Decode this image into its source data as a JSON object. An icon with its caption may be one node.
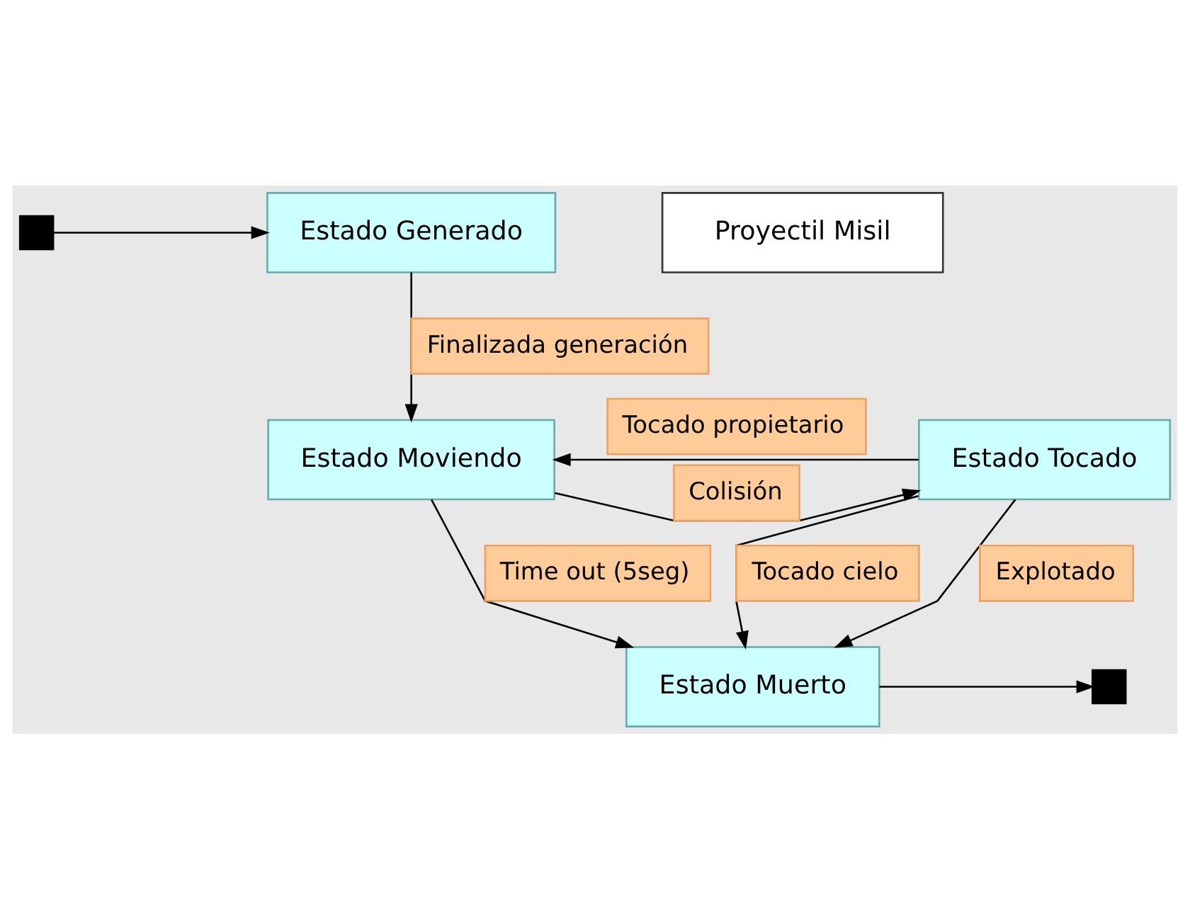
{
  "diagram": {
    "nodes": [
      {
        "text": [],
        "shape": "box"
      },
      {
        "text": [
          "Estado Generado"
        ]
      },
      {
        "text": [
          "Estado Moviendo"
        ]
      },
      {
        "text": [
          "Estado Tocado"
        ]
      },
      {
        "text": [
          "Estado Muerto"
        ]
      },
      {
        "text": [],
        "shape": "box"
      },
      {
        "text": [
          "Proyectil Misil"
        ]
      }
    ],
    "edges": [
      {
        "from": 0,
        "to": 1,
        "arrow": "to"
      },
      {
        "from": 1,
        "to": 2,
        "arrow": "to",
        "label": "Finalizada generación"
      },
      {
        "from": 3,
        "to": 2,
        "arrow": "to",
        "label": "Tocado propietario"
      },
      {
        "from": 2,
        "to": 3,
        "arrow": "to",
        "label": "Colisión"
      },
      {
        "from": 2,
        "to": 4,
        "arrow": "to",
        "label": "Time out (5seg)"
      },
      {
        "from": 3,
        "to": 4,
        "arrow": "to",
        "label": "Tocado cielo"
      },
      {
        "from": 3,
        "to": 4,
        "arrow": "to",
        "label": "Explotado"
      },
      {
        "from": 4,
        "to": 5,
        "arrow": "to"
      }
    ]
  }
}
